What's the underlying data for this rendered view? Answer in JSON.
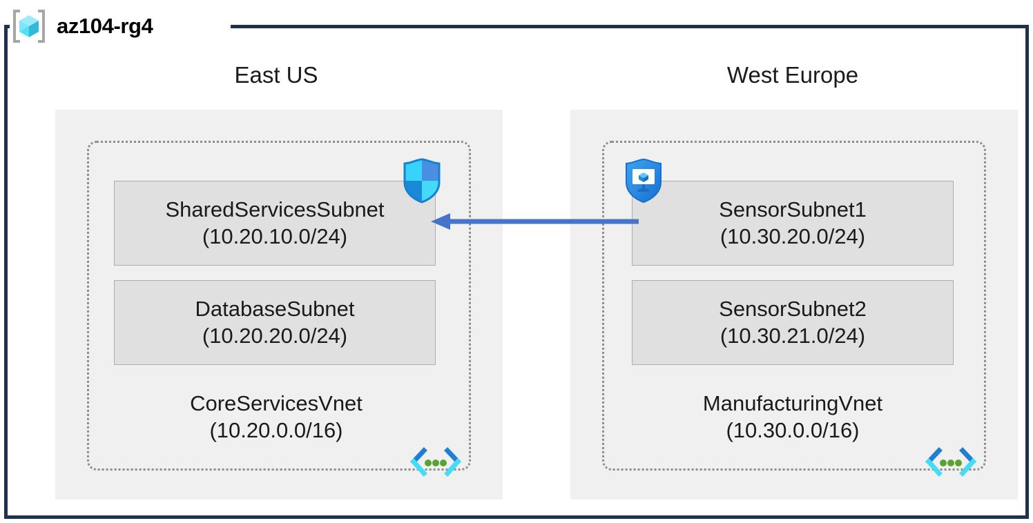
{
  "diagram": {
    "resource_group": {
      "name": "az104-rg4",
      "icon": "resource-group-icon",
      "frame_color": "#1f3050"
    },
    "regions": [
      {
        "label": "East US",
        "background": "#f0f0f0",
        "vnet": {
          "name": "CoreServicesVnet",
          "address_space": "(10.20.0.0/16)",
          "icon": "virtual-network-icon",
          "border_color": "#8c8c8c",
          "subnets": [
            {
              "name": "SharedServicesSubnet",
              "address_prefix": "(10.20.10.0/24)",
              "icon": "network-security-group-shield-icon",
              "fill": "#e0e0e0"
            },
            {
              "name": "DatabaseSubnet",
              "address_prefix": "(10.20.20.0/24)",
              "icon": null,
              "fill": "#e0e0e0"
            }
          ]
        }
      },
      {
        "label": "West Europe",
        "background": "#f0f0f0",
        "vnet": {
          "name": "ManufacturingVnet",
          "address_space": "(10.30.0.0/16)",
          "icon": "virtual-network-icon",
          "border_color": "#8c8c8c",
          "subnets": [
            {
              "name": "SensorSubnet1",
              "address_prefix": "(10.30.20.0/24)",
              "icon": "security-center-monitor-shield-icon",
              "fill": "#e0e0e0"
            },
            {
              "name": "SensorSubnet2",
              "address_prefix": "(10.30.21.0/24)",
              "icon": null,
              "fill": "#e0e0e0"
            }
          ]
        }
      }
    ],
    "connections": [
      {
        "name": "vnet-peering-arrow",
        "from": "SensorSubnet1",
        "to": "SharedServicesSubnet",
        "direction": "left",
        "color": "#4674c8",
        "style": "solid"
      }
    ]
  }
}
